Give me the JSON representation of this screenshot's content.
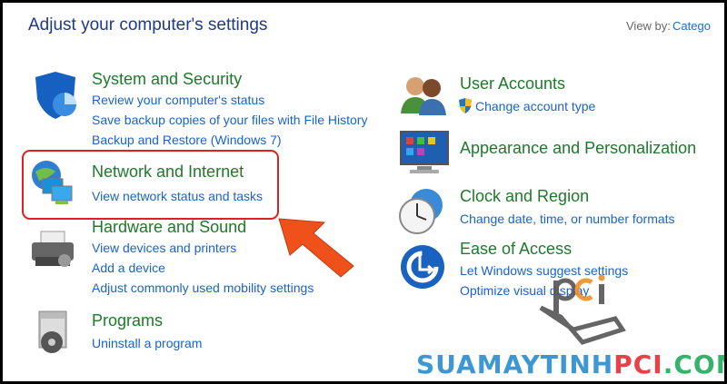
{
  "header": {
    "title": "Adjust your computer's settings",
    "view_by_label": "View by:",
    "view_by_value": "Catego"
  },
  "left": [
    {
      "heading": "System and Security",
      "icon": "shield-icon",
      "links": [
        "Review your computer's status",
        "Save backup copies of your files with File History",
        "Backup and Restore (Windows 7)"
      ]
    },
    {
      "heading": "Network and Internet",
      "icon": "network-globe-icon",
      "links": [
        "View network status and tasks"
      ]
    },
    {
      "heading": "Hardware and Sound",
      "icon": "printer-icon",
      "links": [
        "View devices and printers",
        "Add a device",
        "Adjust commonly used mobility settings"
      ]
    },
    {
      "heading": "Programs",
      "icon": "programs-disc-icon",
      "links": [
        "Uninstall a program"
      ]
    }
  ],
  "right": [
    {
      "heading": "User Accounts",
      "icon": "users-icon",
      "links": [
        "Change account type"
      ]
    },
    {
      "heading": "Appearance and Personalization",
      "icon": "monitor-icon",
      "links": []
    },
    {
      "heading": "Clock and Region",
      "icon": "clock-globe-icon",
      "links": [
        "Change date, time, or number formats"
      ]
    },
    {
      "heading": "Ease of Access",
      "icon": "ease-of-access-icon",
      "links": [
        "Let Windows suggest settings",
        "Optimize visual display"
      ]
    }
  ],
  "watermark": {
    "part1": "SUAMAYTINH",
    "part2": "PCI",
    "part3": ".COM",
    "logo": "pci"
  },
  "colors": {
    "heading": "#1d7a2a",
    "link": "#1a63c9",
    "highlight": "#e0201e",
    "arrow": "#f0501a"
  }
}
